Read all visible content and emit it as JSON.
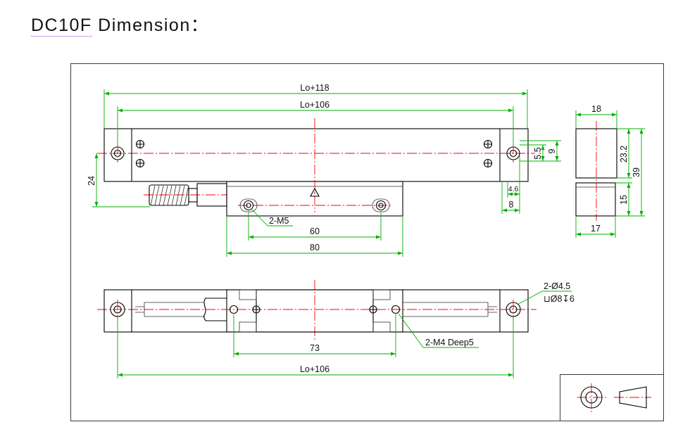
{
  "title": {
    "model": "DC10F",
    "label": "Dimension："
  },
  "front_view": {
    "overall_length": "Lo+118",
    "mounting_hole_pitch": "Lo+106",
    "head_offset": "24",
    "screw_spacing_small": "5.5",
    "screw_spacing": "9",
    "end_offset_small": "4.6",
    "end_offset": "8",
    "head_thread_note": "2-M5",
    "head_hole_pitch": "60",
    "head_length": "80"
  },
  "side_view": {
    "scale_width": "18",
    "scale_height": "23.2",
    "total_height": "39",
    "head_height": "15",
    "head_width": "17"
  },
  "bottom_view": {
    "hole_note": "2-Ø4.5",
    "counterbore_note": "⊔Ø8↧6",
    "head_thread_note": "2-M4 Deep5",
    "head_hole_pitch": "73",
    "mounting_hole_pitch": "Lo+106"
  },
  "title_block": {
    "projection_icon": "projection-symbol"
  },
  "colors": {
    "outline": "#000000",
    "centerline": "#ff0000",
    "dimension": "#00b000",
    "frame": "#3a3a3a"
  }
}
